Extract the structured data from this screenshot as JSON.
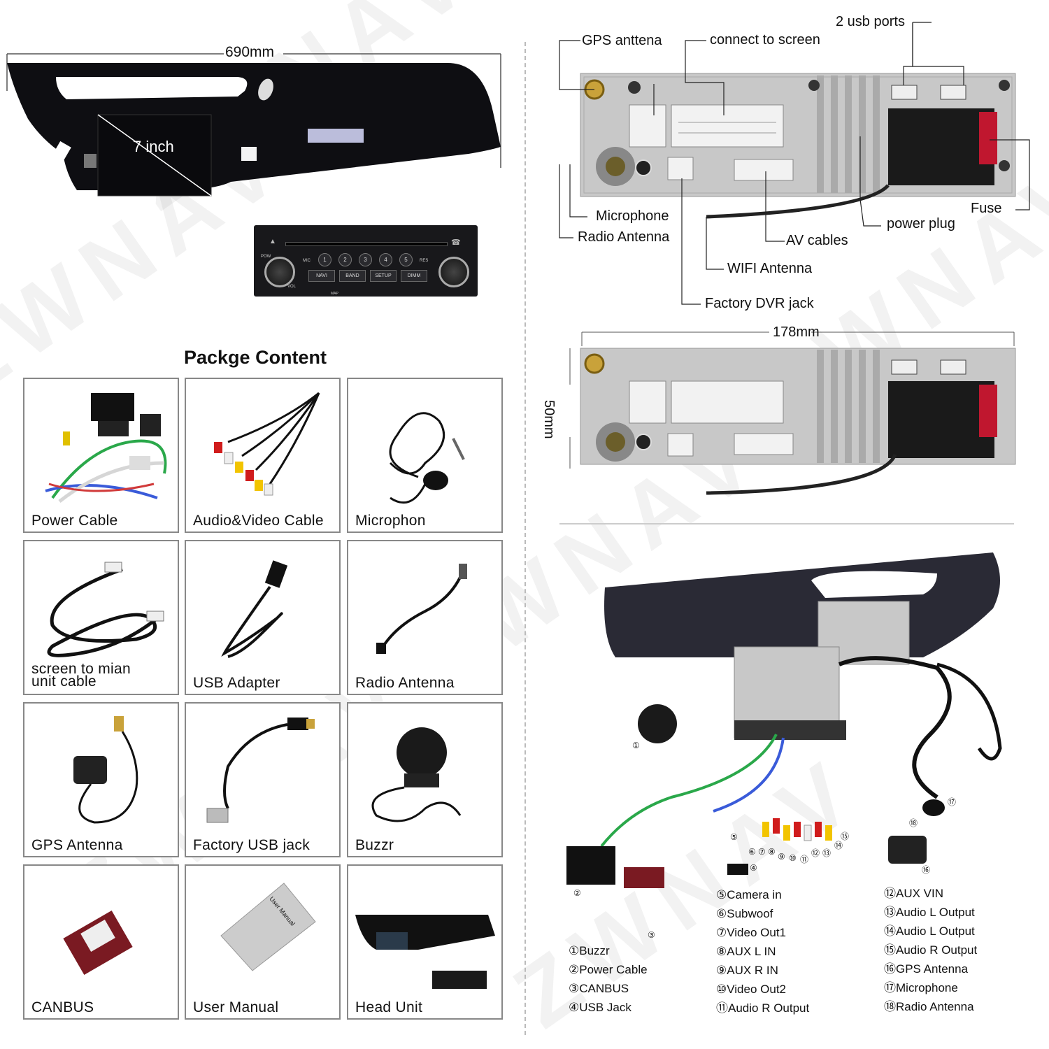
{
  "watermark": "ZWNAV",
  "panel": {
    "width_label": "690mm",
    "screen_label": "7 inch"
  },
  "front_panel": {
    "pow": "POW",
    "vol": "VOL",
    "mic": "MIC",
    "res": "RES",
    "map": "MAP",
    "number_buttons": [
      "1",
      "2",
      "3",
      "4",
      "5"
    ],
    "function_buttons": [
      "NAVI",
      "BAND",
      "SETUP",
      "DIMM"
    ]
  },
  "back": {
    "gps": "GPS anttena",
    "screen": "connect to screen",
    "usb": "2 usb ports",
    "microphone": "Microphone",
    "radio": "Radio Antenna",
    "av": "AV cables",
    "wifi": "WIFI Antenna",
    "dvr": "Factory DVR jack",
    "power": "power plug",
    "fuse": "Fuse",
    "width": "178mm",
    "height": "50mm"
  },
  "package": {
    "title": "Packge Content",
    "items": [
      {
        "label": "Power Cable"
      },
      {
        "label": "Audio&Video Cable"
      },
      {
        "label": "Microphon"
      },
      {
        "label": "screen to mian",
        "label2": "unit cable"
      },
      {
        "label": "USB Adapter"
      },
      {
        "label": "Radio Antenna"
      },
      {
        "label": "GPS Antenna"
      },
      {
        "label": "Factory USB jack"
      },
      {
        "label": "Buzzr"
      },
      {
        "label": "CANBUS"
      },
      {
        "label": "User Manual",
        "prop": "User Manual"
      },
      {
        "label": "Head Unit"
      }
    ]
  },
  "wiring": {
    "callouts": [
      "①",
      "②",
      "③",
      "④",
      "⑤",
      "⑥",
      "⑦",
      "⑧",
      "⑨",
      "⑩",
      "⑪",
      "⑫",
      "⑬",
      "⑭",
      "⑮",
      "⑯",
      "⑰",
      "⑱"
    ],
    "legend": [
      [
        "①Buzzr",
        "②Power Cable",
        "③CANBUS",
        "④USB Jack"
      ],
      [
        "⑤Camera in",
        "⑥Subwoof",
        "⑦Video Out1",
        "⑧AUX L IN",
        "⑨AUX R IN",
        "⑩Video Out2",
        "⑪Audio R Output"
      ],
      [
        "⑫AUX VIN",
        "⑬Audio L Output",
        "⑭Audio L Output",
        "⑮Audio R Output",
        "⑯GPS Antenna",
        "⑰Microphone",
        "⑱Radio Antenna"
      ]
    ]
  },
  "colors": {
    "panel_black": "#0e0e12",
    "unit_grey": "#c8c8c8",
    "connector_white": "#f2f2f2",
    "red_plug": "#c0172f",
    "rca_yellow": "#f2c400",
    "rca_red": "#d01c1c"
  }
}
